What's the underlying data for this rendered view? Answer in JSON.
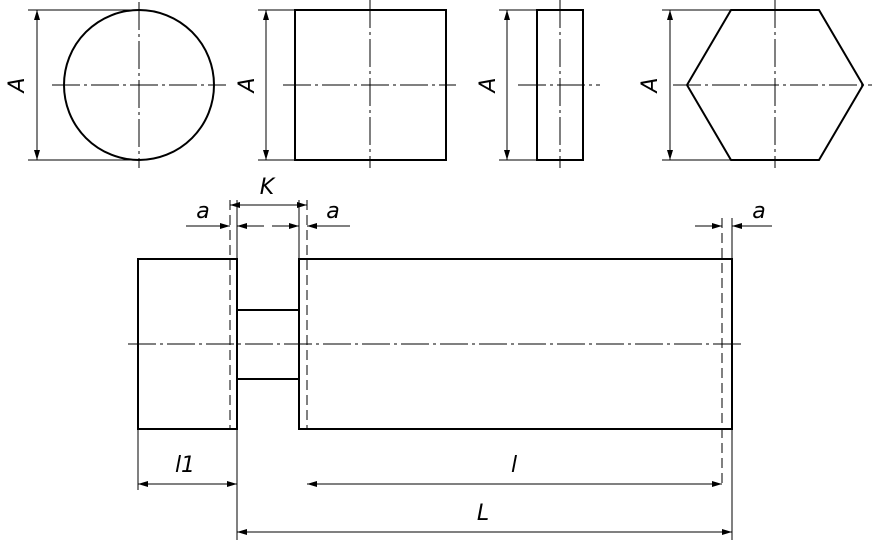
{
  "labels": {
    "A_round": "A",
    "A_square": "A",
    "A_flat": "A",
    "A_hex": "A",
    "K": "K",
    "a_left": "a",
    "a_mid": "a",
    "a_right": "a",
    "l1": "l1",
    "l": "l",
    "L": "L"
  }
}
